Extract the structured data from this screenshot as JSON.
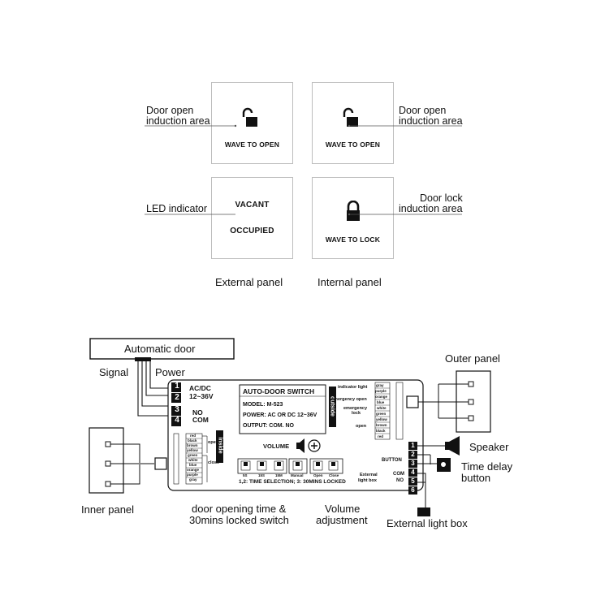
{
  "panels": {
    "top_left": {
      "text": "WAVE TO OPEN",
      "label_line1": "Door open",
      "label_line2": "induction area"
    },
    "top_right": {
      "text": "WAVE TO OPEN",
      "label_line1": "Door open",
      "label_line2": "induction area"
    },
    "bottom_left": {
      "text_top": "VACANT",
      "text_bottom": "OCCUPIED",
      "label": "LED indicator"
    },
    "bottom_right": {
      "text": "WAVE TO LOCK",
      "label_line1": "Door lock",
      "label_line2": "induction area"
    },
    "caption_external": "External panel",
    "caption_internal": "Internal panel"
  },
  "wiring": {
    "automatic_door": "Automatic door",
    "signal": "Signal",
    "power": "Power",
    "outer_panel": "Outer panel",
    "inner_panel": "Inner panel",
    "speaker": "Speaker",
    "time_delay_line1": "Time delay",
    "time_delay_line2": "button",
    "door_switch_line1": "door opening time &",
    "door_switch_line2": "30mins locked switch",
    "volume_line1": "Volume",
    "volume_line2": "adjustment",
    "external_light_box": "External light box"
  },
  "board": {
    "terminals": [
      "1",
      "2",
      "3",
      "4"
    ],
    "acdc_line1": "AC/DC",
    "acdc_line2": "12~36V",
    "no": "NO",
    "com": "COM",
    "title": "AUTO-DOOR SWITCH",
    "model": "MODEL: M-523",
    "power": "POWER: AC OR DC 12~36V",
    "output": "OUTPUT: COM. NO",
    "outside": "outside",
    "inside": "inside",
    "volume": "VOLUME",
    "button": "BUTTON",
    "ext_light_line1": "External",
    "ext_light_line2": "light box",
    "com2": "COM",
    "no2": "NO",
    "right_terminals": [
      "1",
      "2",
      "3",
      "4",
      "5",
      "6"
    ],
    "right_labels": [
      "indicator light",
      "emergency open",
      "emergency",
      "lock",
      "open"
    ],
    "right_wires": [
      "gray",
      "purple",
      "orange",
      "blue",
      "white",
      "green",
      "yellow",
      "brown",
      "black",
      "red"
    ],
    "left_wires": [
      "red",
      "black",
      "brown",
      "yellow",
      "green",
      "white",
      "blue",
      "orange",
      "purple",
      "gray"
    ],
    "left_open": "open",
    "left_close": "close",
    "dip_labels": [
      "5S",
      "15S",
      "15M",
      "Manual",
      "Open",
      "Close"
    ],
    "dip_note": "1,2: TIME SELECTION; 3: 30MINS LOCKED"
  }
}
